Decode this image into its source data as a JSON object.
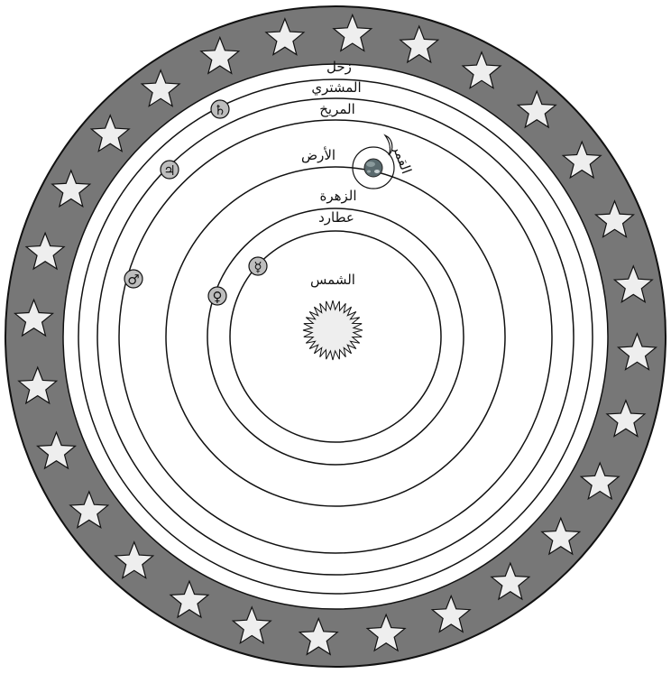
{
  "labels": {
    "saturn": "زحل",
    "jupiter": "المشتري",
    "mars": "المريخ",
    "earth": "الأرض",
    "moon": "القمر",
    "venus": "الزهرة",
    "mercury": "عطارد",
    "sun": "الشمس"
  },
  "symbols": {
    "saturn": "♄",
    "jupiter": "♃",
    "mars": "♂",
    "venus": "♀",
    "mercury": "☿"
  },
  "colors": {
    "star_band": "#777777",
    "star_fill": "#eeeeee",
    "planet_fill": "#bdbdbd",
    "sun_fill": "#eeeeee",
    "earth_fill": "#5a6a6e",
    "lines": "#111111",
    "background": "#ffffff"
  },
  "icons": {
    "stars": "star-icon",
    "sun": "sun-icon",
    "earth": "earth-icon",
    "moon": "crescent-moon-icon"
  }
}
